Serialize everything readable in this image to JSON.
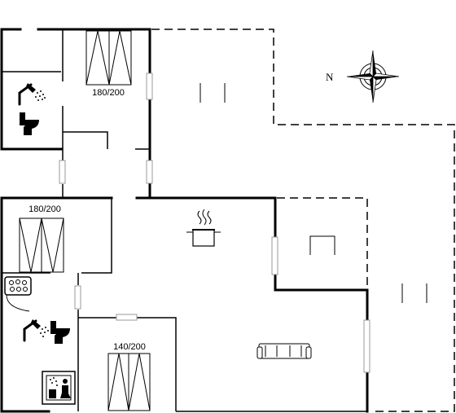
{
  "plan": {
    "bed_labels": {
      "top_bedroom": "180/200",
      "left_bedroom": "180/200",
      "bottom_bedroom": "140/200"
    },
    "compass_letter": "N",
    "icons": [
      "shower-icon",
      "toilet-icon",
      "whirlpool-icon",
      "sauna-icon",
      "cooking-pot-icon",
      "sofa-icon",
      "compass-rose-icon"
    ]
  }
}
